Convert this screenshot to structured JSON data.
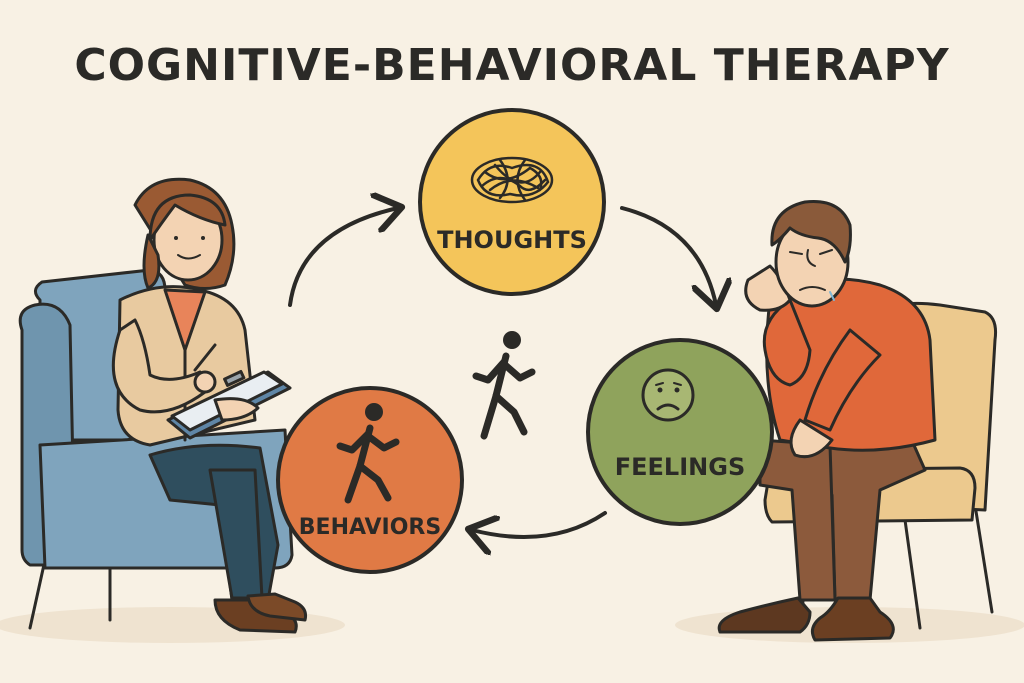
{
  "title": "COGNITIVE-BEHAVIORAL THERAPY",
  "nodes": {
    "thoughts": {
      "label": "THOUGHTS",
      "color": "#f4c55a",
      "icon": "scribble-thought-icon"
    },
    "feelings": {
      "label": "FEELINGS",
      "color": "#8fa35c",
      "icon": "sad-face-icon"
    },
    "behaviors": {
      "label": "BEHAVIORS",
      "color": "#e07a45",
      "icon": "walking-person-icon"
    }
  },
  "colors": {
    "background": "#f8f1e4",
    "outline": "#2b2a27",
    "therapist_chair": "#7fa4bd",
    "client_chair": "#ecc98e",
    "client_sweater": "#e0683a",
    "therapist_blazer": "#e8caa0",
    "clipboard": "#5f86a6"
  }
}
